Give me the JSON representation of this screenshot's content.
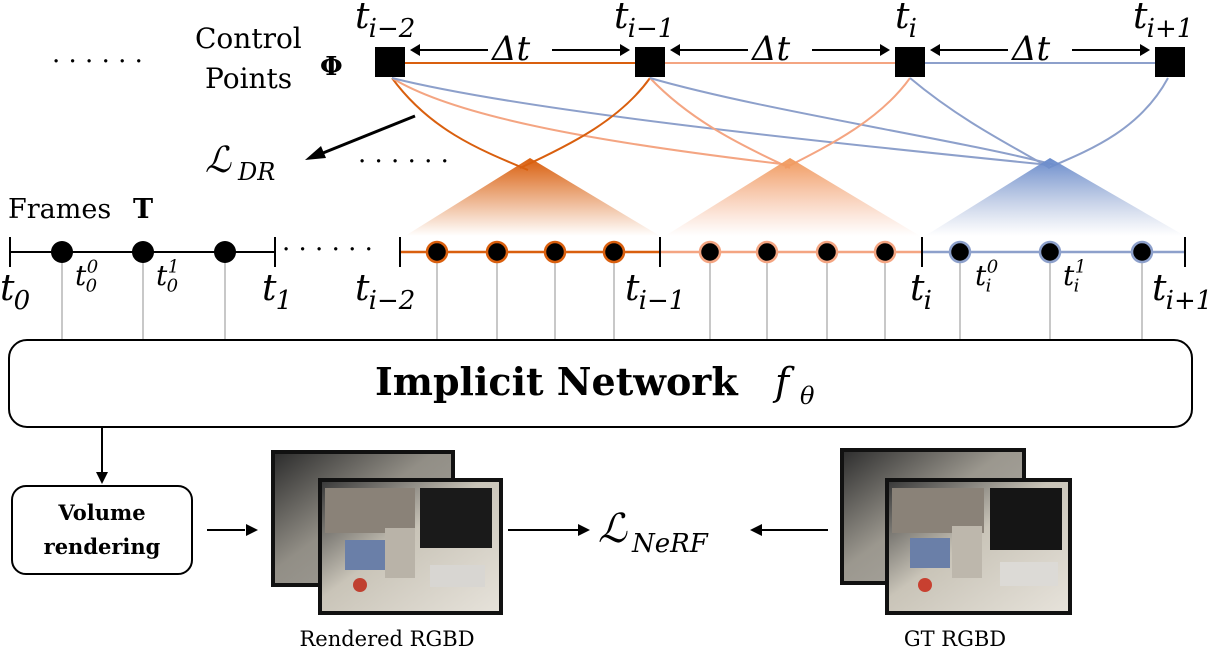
{
  "labels": {
    "dots_left": "· · · · · ·",
    "dots_mid": "· · · · · ·",
    "dots_timeline": "· · · · · ·",
    "control_points": "Control",
    "control_points2": "Points",
    "phi": "Φ",
    "delta_t": "Δt",
    "frames": "Frames",
    "frames_symbol": "T",
    "loss_dr_main": "ℒ",
    "loss_dr_sub": "DR",
    "loss_nerf_main": "ℒ",
    "loss_nerf_sub": "NeRF",
    "network_text": "Implicit Network",
    "network_f": "f",
    "network_theta": "θ",
    "volume_line1": "Volume",
    "volume_line2": "rendering",
    "rendered_caption": "Rendered RGBD",
    "gt_caption": "GT RGBD"
  },
  "control_point_labels": [
    {
      "base": "t",
      "sub": "i−2"
    },
    {
      "base": "t",
      "sub": "i−1"
    },
    {
      "base": "t",
      "sub": "i"
    },
    {
      "base": "t",
      "sub": "i+1"
    }
  ],
  "timeline_labels": [
    {
      "base": "t",
      "sub": "0"
    },
    {
      "base": "t",
      "sub": "1"
    },
    {
      "base": "t",
      "sub": "i−2"
    },
    {
      "base": "t",
      "sub": "i−1"
    },
    {
      "base": "t",
      "sub": "i"
    },
    {
      "base": "t",
      "sub": "i+1"
    }
  ],
  "frame_labels": [
    {
      "base": "t",
      "sub": "0",
      "sup": "0"
    },
    {
      "base": "t",
      "sub": "0",
      "sup": "1"
    },
    {
      "base": "t",
      "sub": "i",
      "sup": "0"
    },
    {
      "base": "t",
      "sub": "i",
      "sup": "1"
    }
  ],
  "colors": {
    "dark_orange": "#d95f0e",
    "light_orange": "#f4a582",
    "blue": "#8da0cb",
    "black": "#000000",
    "gray_line": "#c8c8c8"
  }
}
